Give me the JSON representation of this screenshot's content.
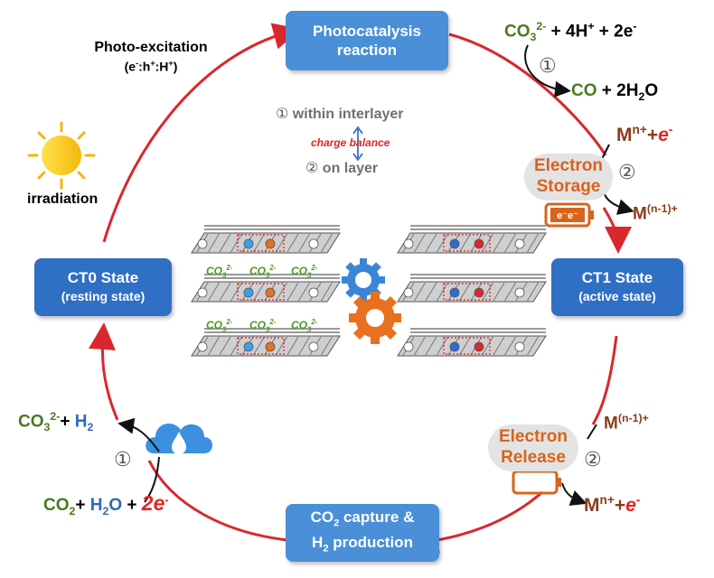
{
  "colors": {
    "cycle_arrow": "#d9272e",
    "box_blue": "#4a8fd8",
    "box_dark": "#2f6fc4",
    "species_green": "#4a7a1f",
    "electron_red": "#e52420",
    "metal_brown": "#8a3d1a",
    "storage_orange": "#d8641c",
    "sun_yellow": "#f7c515"
  },
  "top_box": {
    "line1": "Photocatalysis",
    "line2": "reaction"
  },
  "bottom_box": {
    "line1_a": "CO",
    "line1_sub": "2",
    "line1_b": " capture &",
    "line2_a": "H",
    "line2_sub": "2",
    "line2_b": " production"
  },
  "ct0": {
    "title": "CT0 State",
    "sub": "(resting state)"
  },
  "ct1": {
    "title": "CT1 State",
    "sub": "(active state)"
  },
  "photo": {
    "title": "Photo-excitation",
    "ratio_open": "(e",
    "ratio_sup1": "-",
    "ratio_mid1": ":h",
    "ratio_sup2": "+",
    "ratio_mid2": ":H",
    "ratio_sup3": "+",
    "ratio_close": ")"
  },
  "irradiation": "irradiation",
  "mechanism": {
    "step1_num": "①",
    "step1_text": "within interlayer",
    "balance": "charge balance",
    "step2_num": "②",
    "step2_text": "on layer"
  },
  "top_right": {
    "lhs_a": "CO",
    "lhs_sub": "3",
    "lhs_sup": "2-",
    "lhs_b": " + 4H",
    "lhs_sup2": "+",
    "lhs_c": " + 2e",
    "lhs_sup3": "-",
    "step": "①",
    "rhs_a": "CO",
    "rhs_b": " + 2H",
    "rhs_sub": "2",
    "rhs_c": "O"
  },
  "storage": {
    "label_line1": "Electron",
    "label_line2": "Storage",
    "step": "②",
    "in_a": "M",
    "in_sup": "n+",
    "in_b": "+",
    "in_e": "e",
    "in_esup": "-",
    "out_a": "M",
    "out_sup": "(n-1)+",
    "battery_label": "e⁻e⁻"
  },
  "release": {
    "label_line1": "Electron",
    "label_line2": "Release",
    "step": "②",
    "in_a": "M",
    "in_sup": "(n-1)+",
    "out_a": "M",
    "out_sup": "n+",
    "out_b": "+",
    "out_e": "e",
    "out_esup": "-"
  },
  "bottom_left": {
    "prod_a": "CO",
    "prod_sub": "3",
    "prod_sup": "2-",
    "prod_b": "+ ",
    "prod_h": "H",
    "prod_hsub": "2",
    "step": "①",
    "react_a": "CO",
    "react_sub": "2",
    "react_b": "+ ",
    "react_h": "H",
    "react_hsub": "2",
    "react_o": "O",
    "react_c": " + ",
    "react_e": "2e",
    "react_esup": "-"
  },
  "co3_label": {
    "a": "CO",
    "sub": "3",
    "sup": "2-"
  }
}
